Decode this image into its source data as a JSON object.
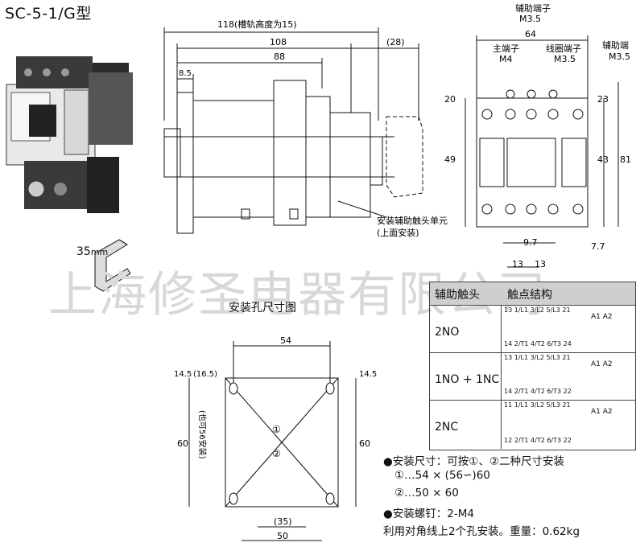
{
  "title": "SC-5-1/G型",
  "watermark": "上海修圣电器有限公司",
  "photo": {
    "din_rail_label": "35",
    "din_rail_unit": "mm"
  },
  "side_view": {
    "dim_118": "118(槽轨高度为15)",
    "dim_108": "108",
    "dim_28": "(28)",
    "dim_88": "88",
    "dim_8_5": "8.5",
    "aux_unit_label_1": "安装辅助触头单元",
    "aux_unit_label_2": "(上面安装)"
  },
  "front_view": {
    "aux_terminal_top": "辅助端子",
    "aux_terminal_top_size": "M3.5",
    "main_terminal": "主端子",
    "main_terminal_size": "M4",
    "coil_terminal": "线圈端子",
    "coil_terminal_size": "M3.5",
    "aux_terminal_right": "辅助端",
    "aux_terminal_right_size": "M3.5",
    "dim_64": "64",
    "dim_20": "20",
    "dim_49": "49",
    "dim_23": "23",
    "dim_43": "43",
    "dim_81": "81",
    "dim_9_7": "9.7",
    "dim_7_7": "7.7",
    "dim_13a": "13",
    "dim_13b": "13"
  },
  "mounting": {
    "title": "安装孔尺寸图",
    "dim_54": "54",
    "dim_14_5_left": "14.5",
    "dim_16_5": "(16.5)",
    "dim_14_5_right": "14.5",
    "dim_60_left": "60",
    "dim_60_right": "60",
    "dim_56_note": "(也可56安装)",
    "dim_35": "(35)",
    "dim_50": "50",
    "hole_1": "①",
    "hole_2": "②"
  },
  "aux_table": {
    "col_1": "辅助触头",
    "col_2": "触点结构",
    "rows": [
      {
        "label": "2NO",
        "terms_top": "13 1/L1 3/L2 5/L3 21",
        "coil": "A1 A2",
        "terms_bottom": "14 2/T1 4/T2 6/T3 24"
      },
      {
        "label": "1NO + 1NC",
        "terms_top": "13 1/L1 3/L2 5/L3 21",
        "coil": "A1 A2",
        "terms_bottom": "14 2/T1 4/T2 6/T3 22"
      },
      {
        "label": "2NC",
        "terms_top": "11 1/L1 3/L2 5/L3 21",
        "coil": "A1 A2",
        "terms_bottom": "12 2/T1 4/T2 6/T3 22"
      }
    ]
  },
  "notes": {
    "line1": "●安装尺寸：可按①、②二种尺寸安装",
    "line2": "①…54 × (56∽)60",
    "line3": "②…50 × 60",
    "line4": "●安装螺钉：2-M4",
    "line5": "利用对角线上2个孔安装。重量：0.62kg"
  }
}
